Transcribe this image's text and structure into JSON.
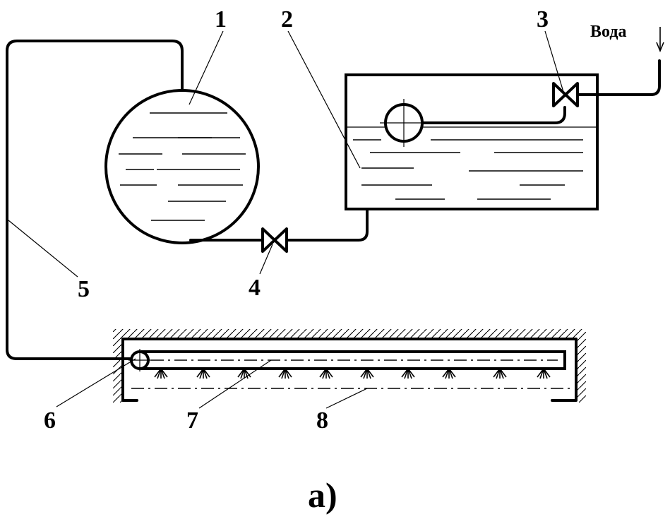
{
  "figure": {
    "caption": "а)",
    "water_label": "Вода",
    "labels": {
      "n1": "1",
      "n2": "2",
      "n3": "3",
      "n4": "4",
      "n5": "5",
      "n6": "6",
      "n7": "7",
      "n8": "8"
    }
  },
  "colors": {
    "line": "#000000",
    "background": "#ffffff"
  }
}
